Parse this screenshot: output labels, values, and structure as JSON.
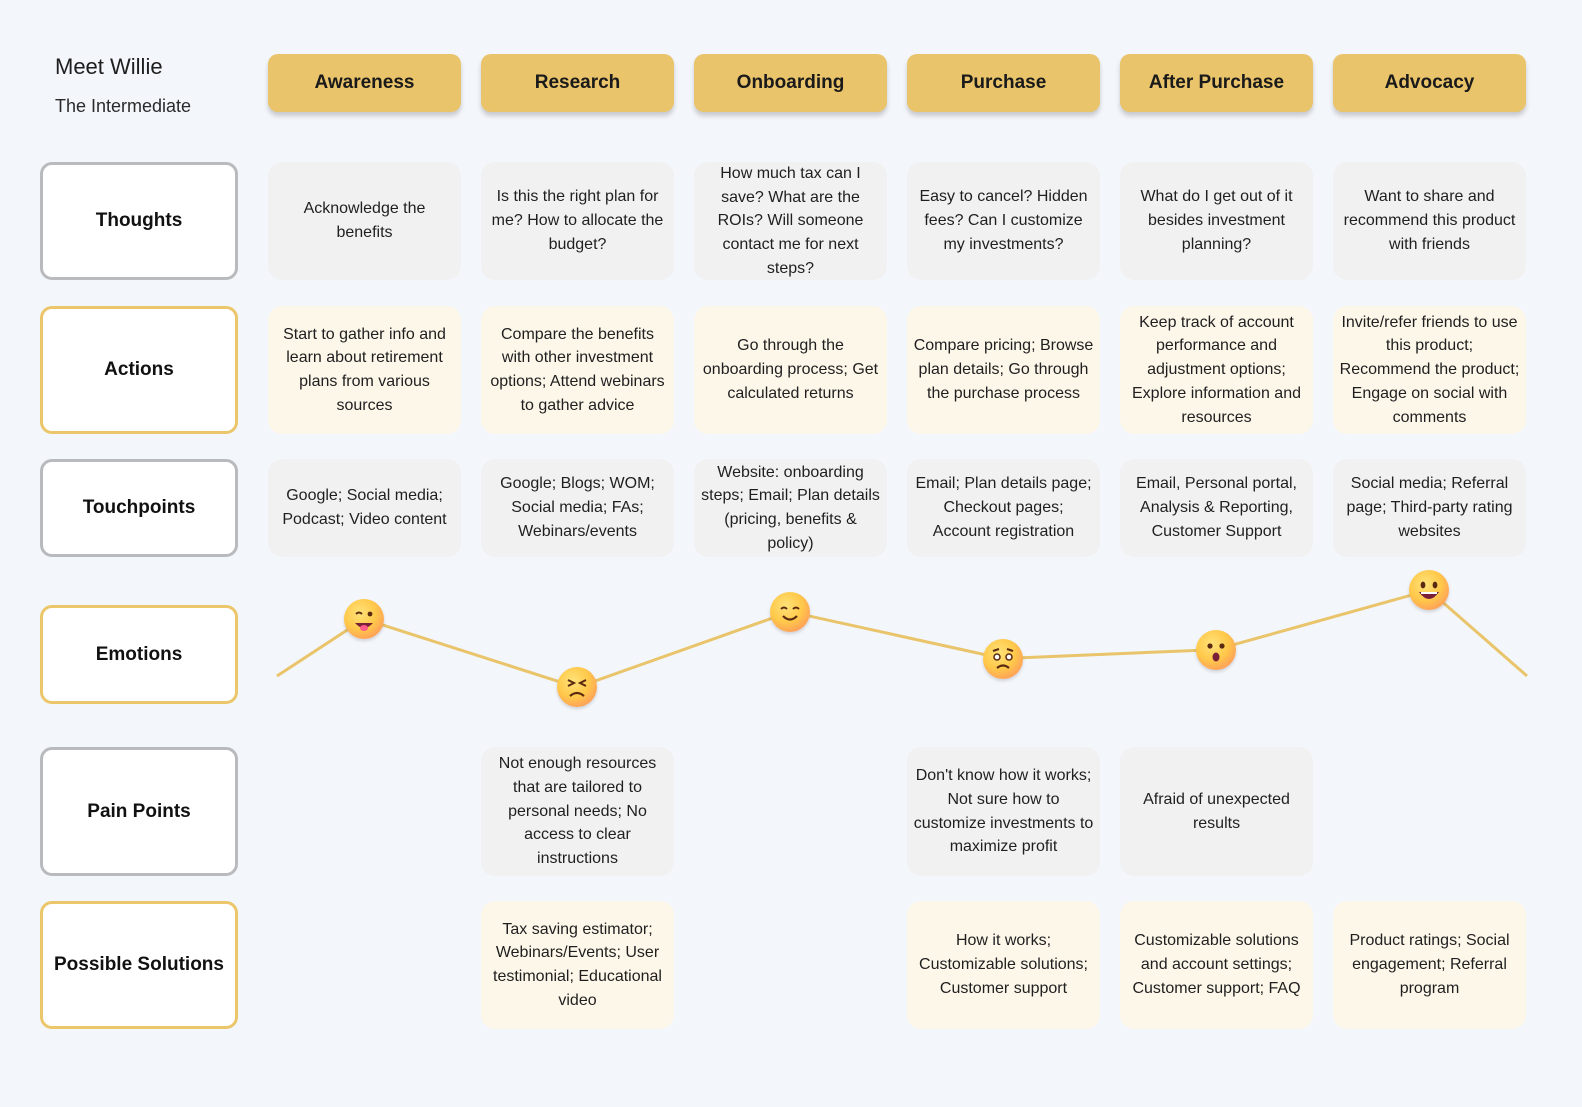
{
  "persona": {
    "name": "Meet Willie",
    "subtitle": "The Intermediate"
  },
  "stages": [
    "Awareness",
    "Research",
    "Onboarding",
    "Purchase",
    "After Purchase",
    "Advocacy"
  ],
  "rows": {
    "thoughts": {
      "label": "Thoughts",
      "cells": [
        "Acknowledge the benefits",
        "Is this the right plan for me? How to allocate the budget?",
        "How much tax can I save? What are the ROIs? Will someone contact me for next steps?",
        "Easy to cancel?\nHidden fees?\nCan I customize my investments?",
        "What do I get out of it besides investment planning?",
        "Want to share and recommend this product with friends"
      ]
    },
    "actions": {
      "label": "Actions",
      "cells": [
        "Start to gather info and learn about retirement plans from various sources",
        "Compare the benefits with other investment options; Attend webinars to gather advice",
        "Go through the onboarding process; Get calculated returns",
        "Compare pricing; Browse plan details; Go through the purchase process",
        "Keep track of account performance and adjustment options; Explore information and resources",
        "Invite/refer friends to use this product; Recommend the product; Engage on social with comments"
      ]
    },
    "touchpoints": {
      "label": "Touchpoints",
      "cells": [
        "Google; Social media; Podcast; Video content",
        "Google; Blogs; WOM; Social media; FAs; Webinars/events",
        "Website: onboarding steps; Email; Plan details (pricing, benefits & policy)",
        "Email; Plan details page; Checkout pages; Account registration",
        "Email, Personal portal, Analysis & Reporting, Customer Support",
        "Social media; Referral page; Third-party rating websites"
      ]
    },
    "emotions": {
      "label": "Emotions",
      "faces": [
        "wink-tongue-face-icon",
        "distressed-face-icon",
        "smiling-face-icon",
        "worried-face-icon",
        "surprised-face-icon",
        "grinning-face-icon"
      ],
      "levels": [
        0.7,
        0.32,
        0.74,
        0.48,
        0.53,
        0.86
      ],
      "line_color": "#e9c46a"
    },
    "pain_points": {
      "label": "Pain Points",
      "cells": [
        "",
        "Not enough resources that are tailored to personal needs;\nNo access to clear instructions",
        "",
        "Don't know how it works; Not sure how to customize investments to maximize profit",
        "Afraid of unexpected results",
        ""
      ]
    },
    "solutions": {
      "label": "Possible Solutions",
      "cells": [
        "",
        "Tax saving estimator; Webinars/Events; User testimonial; Educational video",
        "",
        "How it works; Customizable solutions; Customer support",
        "Customizable solutions and account settings; Customer support; FAQ",
        "Product ratings; Social engagement; Referral program"
      ]
    }
  },
  "colors": {
    "accent": "#e9c46a",
    "background": "#f3f6fb",
    "card_grey": "#f1f1f2",
    "card_cream": "#fdf7ea",
    "border_grey": "#b9babd"
  }
}
